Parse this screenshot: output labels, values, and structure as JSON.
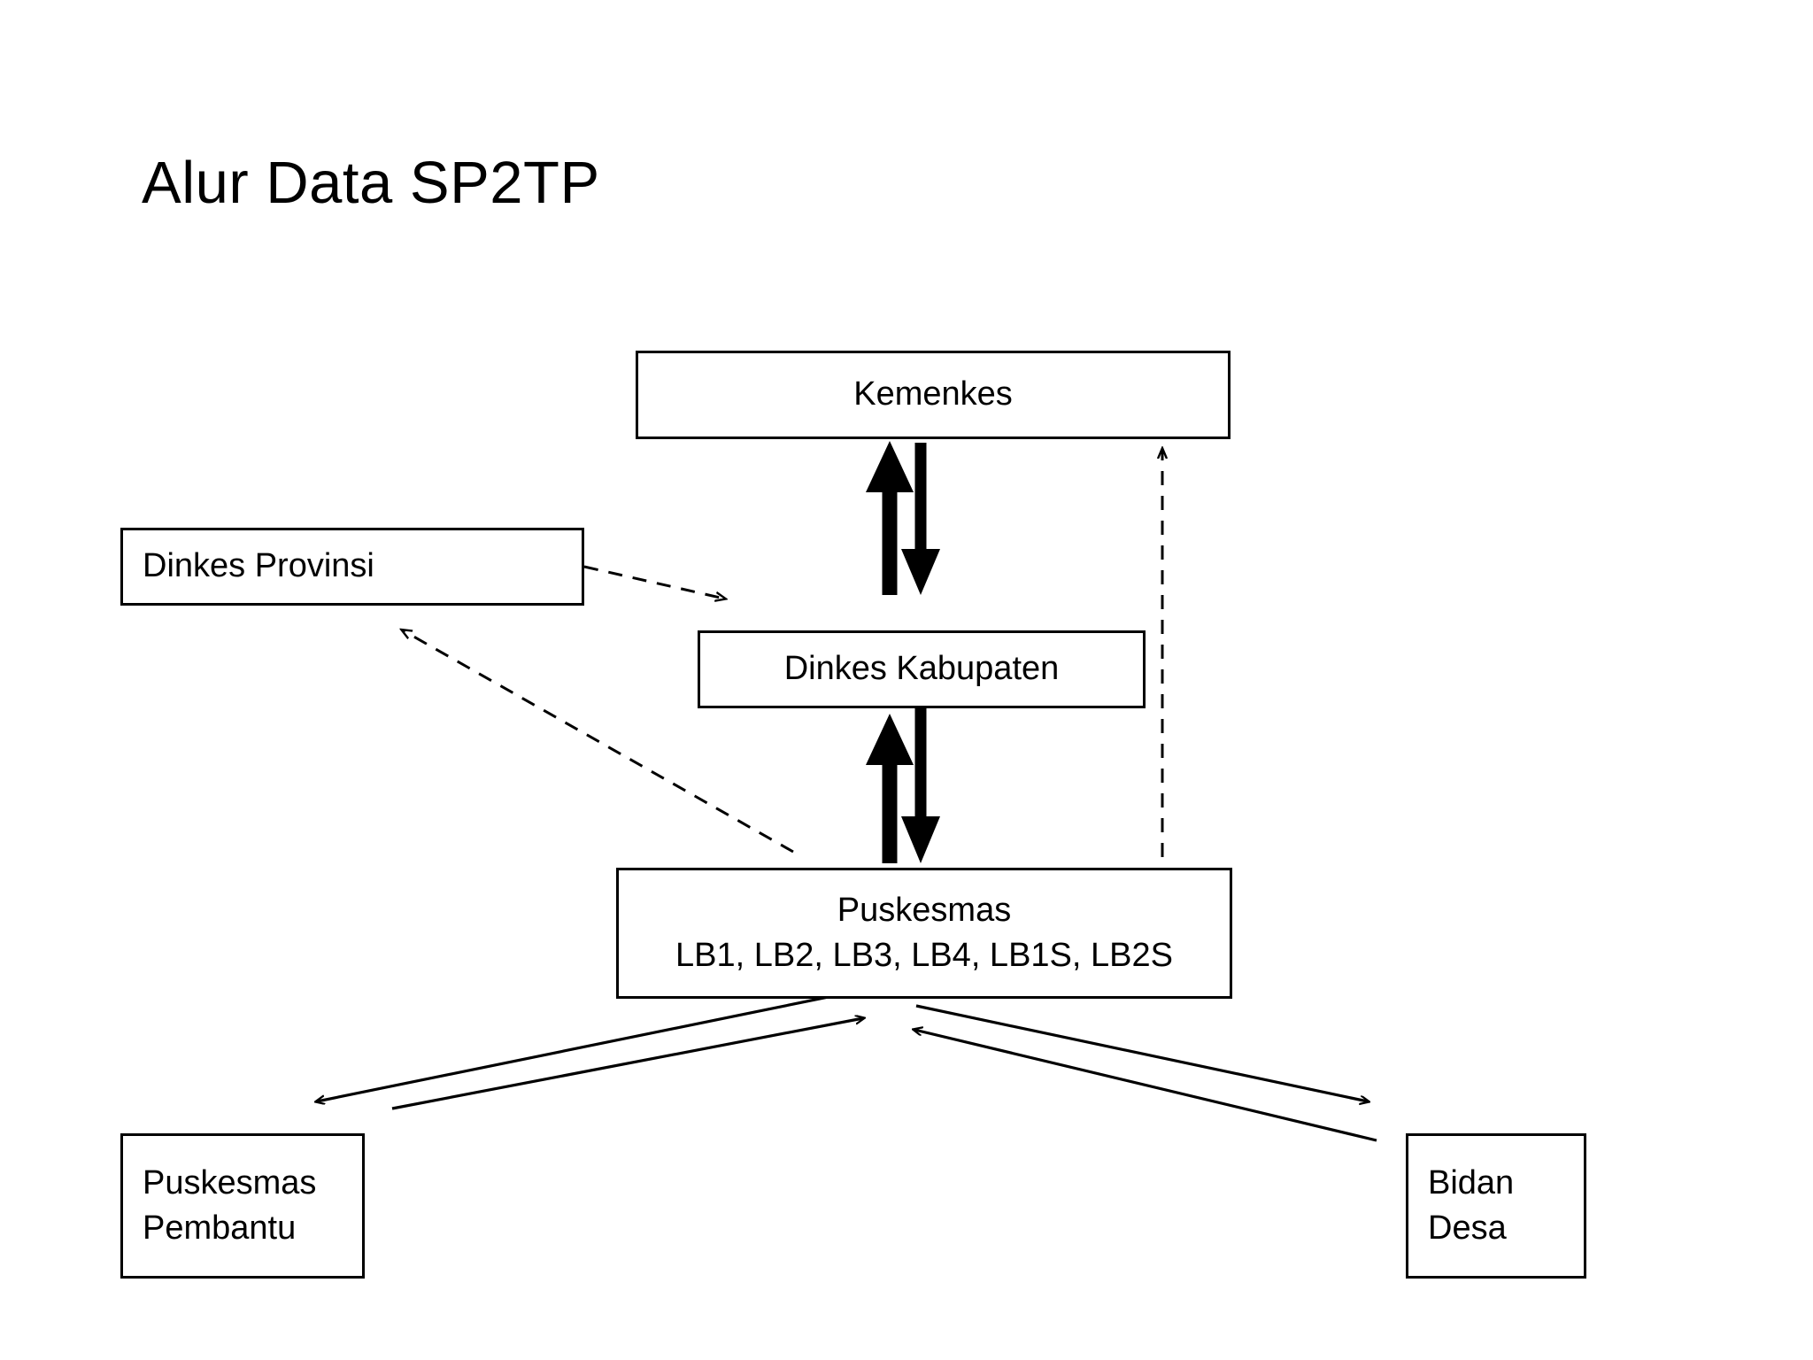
{
  "slide": {
    "title": "Alur Data SP2TP",
    "background_color": "#FFFFFF",
    "line_color": "#000000"
  },
  "nodes": [
    {
      "id": "kemenkes",
      "label": "Kemenkes",
      "label2": ""
    },
    {
      "id": "dinkes-provinsi",
      "label": "Dinkes Provinsi",
      "label2": ""
    },
    {
      "id": "dinkes-kabupaten",
      "label": "Dinkes Kabupaten",
      "label2": ""
    },
    {
      "id": "puskesmas",
      "label": "Puskesmas",
      "label2": "LB1, LB2, LB3, LB4, LB1S, LB2S"
    },
    {
      "id": "puskesmas-pembantu",
      "label": "Puskesmas",
      "label2": "Pembantu"
    },
    {
      "id": "bidan-desa",
      "label": "Bidan",
      "label2": "Desa"
    }
  ],
  "edges": [
    {
      "id": "kabupaten-to-kemenkes",
      "from": "dinkes-kabupaten",
      "to": "kemenkes",
      "style": "solid-thick",
      "direction": "up"
    },
    {
      "id": "kemenkes-to-kabupaten",
      "from": "kemenkes",
      "to": "dinkes-kabupaten",
      "style": "solid-thick",
      "direction": "down"
    },
    {
      "id": "puskesmas-to-kabupaten",
      "from": "puskesmas",
      "to": "dinkes-kabupaten",
      "style": "solid-thick",
      "direction": "up"
    },
    {
      "id": "kabupaten-to-puskesmas",
      "from": "dinkes-kabupaten",
      "to": "puskesmas",
      "style": "solid-thick",
      "direction": "down"
    },
    {
      "id": "provinsi-to-kabupaten",
      "from": "dinkes-provinsi",
      "to": "dinkes-kabupaten",
      "style": "dashed",
      "direction": "right"
    },
    {
      "id": "puskesmas-to-provinsi",
      "from": "puskesmas",
      "to": "dinkes-provinsi",
      "style": "dashed",
      "direction": "up-left"
    },
    {
      "id": "puskesmas-to-kemenkes",
      "from": "puskesmas",
      "to": "kemenkes",
      "style": "dashed",
      "direction": "up"
    },
    {
      "id": "puskesmas-to-pembantu",
      "from": "puskesmas",
      "to": "puskesmas-pembantu",
      "style": "solid-thin",
      "direction": "down-left"
    },
    {
      "id": "pembantu-to-puskesmas",
      "from": "puskesmas-pembantu",
      "to": "puskesmas",
      "style": "solid-thin",
      "direction": "up-right"
    },
    {
      "id": "puskesmas-to-bidan",
      "from": "puskesmas",
      "to": "bidan-desa",
      "style": "solid-thin",
      "direction": "down-right"
    },
    {
      "id": "bidan-to-puskesmas",
      "from": "bidan-desa",
      "to": "puskesmas",
      "style": "solid-thin",
      "direction": "up-left"
    }
  ]
}
